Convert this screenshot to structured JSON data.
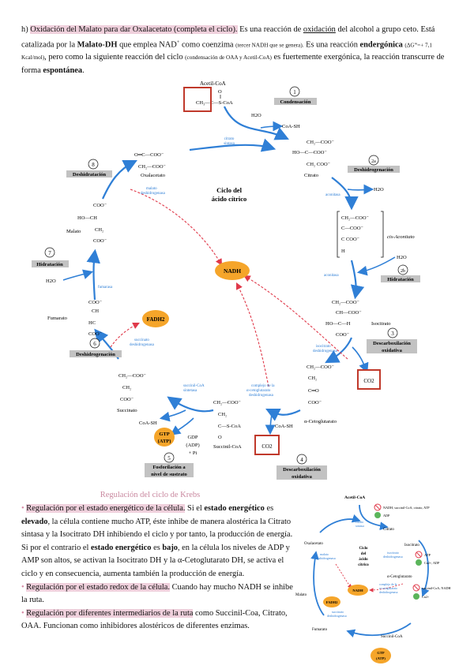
{
  "intro": {
    "marker": "h)",
    "hl": "Oxidación del Malato para dar Oxalacetato (completa el ciclo).",
    "t1": " Es una reacción de ",
    "u1": "oxidación",
    "t2": " del alcohol a grupo ceto. Está catalizada por la ",
    "b1": "Malato-DH",
    "t3": " que emplea NAD",
    "sup1": "+",
    "t4": " como coenzima ",
    "s1": "(tercer NADH que se genera).",
    "t5": " Es una reacción ",
    "b2": "endergónica",
    "s2": "(ΔG'º=+ 7,1 Kcal/mol)",
    "t6": ", pero como la siguiente reacción del ciclo ",
    "s3": "(condensación de OAA y Acetil-CoA)",
    "t7": " es fuertemente exergónica, la reacción transcurre de forma ",
    "b3": "espontánea",
    "t8": "."
  },
  "cycle": {
    "acetyl_coa": "Acetil-CoA",
    "oxalacetato": "Oxalacetato",
    "citrato": "Citrato",
    "cis_aconitato": "cis-Aconitato",
    "isocitrato": "Isocitrato",
    "a_ceto": "α-Cetoglutarato",
    "succinil_coa": "Succinil-CoA",
    "succinato": "Succinato",
    "fumarato": "Fumarato",
    "malato": "Malato",
    "center": [
      "Ciclo del",
      "ácido cítrico"
    ],
    "steps": {
      "s1": {
        "num": "1",
        "label": "Condensación"
      },
      "s2a": {
        "num": "2a",
        "label": "Deshidrogenación"
      },
      "s2b": {
        "num": "2b",
        "label": "Hidratación"
      },
      "s3": {
        "num": "3",
        "label": [
          "Descarboxilación",
          "oxidativa"
        ]
      },
      "s4": {
        "num": "4",
        "label": [
          "Descarboxilación",
          "oxidativa"
        ]
      },
      "s5": {
        "num": "5",
        "label": [
          "Fosforilación a",
          "nivel de sustrato"
        ]
      },
      "s6": {
        "num": "6",
        "label": "Deshidrogenación"
      },
      "s7": {
        "num": "7",
        "label": "Hidratación"
      },
      "s8": {
        "num": "8",
        "label": "Deshidratación"
      }
    },
    "enzymes": {
      "citrato_sintasa": [
        "citrato",
        "sintasa"
      ],
      "aconitasa1": "aconitasa",
      "aconitasa2": "aconitasa",
      "isocitrato_dh": [
        "isocitrato",
        "deshidrogenasa"
      ],
      "a_ceto_dh": [
        "complejo de la",
        "α-cetoglutarato",
        "deshidrogenasa"
      ],
      "succinil_sint": [
        "succinil-CoA",
        "sintetasa"
      ],
      "succinato_dh": [
        "succinato",
        "deshidrogenasa"
      ],
      "fumarasa": "fumarasa",
      "malato_dh": [
        "malato",
        "deshidrogenasa"
      ]
    },
    "mol": {
      "h2o": "H2O",
      "coash": "CoA-SH",
      "co2": "CO2",
      "nadh": "NADH",
      "fadh2": "FADH2",
      "gtp": [
        "GTP",
        "(ATP)"
      ],
      "gdp": [
        "GDP",
        "(ADP)",
        "+ Pi"
      ]
    }
  },
  "regulation": {
    "title": "Regulación del ciclo de Krebs",
    "b1": {
      "hl": "Regulación por el estado energético de la célula.",
      "t1": " Si el ",
      "bold1": "estado energético",
      "t2": " es ",
      "bold2": "elevado",
      "t3": ", la célula contiene mucho ATP, éste inhibe de manera alostérica la Citrato sintasa y la Isocitrato DH inhibiendo el ciclo y por tanto, la producción de energía. Si por el contrario el ",
      "bold3": "estado energético",
      "t4": " es ",
      "bold4": "bajo",
      "t5": ", en la célula los niveles de ADP y AMP son altos, se activan la Isocitrato DH y la α-Cetoglutarato DH, se activa el ciclo y en consecuencia, aumenta también la producción de energía."
    },
    "b2": {
      "hl": "Regulación por el estado redox de la célula.",
      "t1": " Cuando hay mucho NADH se inhibe la ruta."
    },
    "b3": {
      "hl": "Regulación por diferentes intermediarios de la ruta",
      "t1": " como Succinil-Coa, Citrato, OAA. Funcionan como inhibidores alostéricos de diferentes enzimas."
    }
  },
  "mini": {
    "acetyl_coa": "Acetil-CoA",
    "inh1": "NADH, succinil-CoA, citrato, ATP",
    "act1": "ADP",
    "citrato": "Citrato",
    "isocitrato": "Isocitrato",
    "inh2": "ATP",
    "act2": "Ca2+, ADP",
    "a_ceto": "α-Cetoglutarato",
    "inh3": "succinil-CoA, NADH",
    "act3": "Ca2+",
    "oxalacetato": "Oxalacetato",
    "malato": "Malato",
    "fumarato": "Fumarato",
    "succinil": "Succinil-CoA",
    "center": [
      "Ciclo",
      "del",
      "ácido",
      "cítrico"
    ],
    "nadh": "NADH",
    "fadh2": "FADH2",
    "gtp": [
      "GTP",
      "(ATP)"
    ],
    "enz_cs": [
      "citrato",
      "sintasa"
    ],
    "enz_idh": [
      "isocitrato",
      "deshidrogenasa"
    ],
    "enz_akg": [
      "complejo de la",
      "α-cetoglutarato",
      "deshidrogenasa"
    ],
    "enz_mdh": [
      "malato",
      "deshidrogenasa"
    ],
    "enz_sdh": [
      "succinato",
      "deshidrogenasa"
    ]
  },
  "colors": {
    "pink_highlight": "#efd0dc",
    "arrow_blue": "#2f7fd6",
    "nadh_orange": "#f5a52a",
    "red": "#e0394a",
    "box_red": "#c0392b",
    "step_gray": "#c2c2c2"
  }
}
